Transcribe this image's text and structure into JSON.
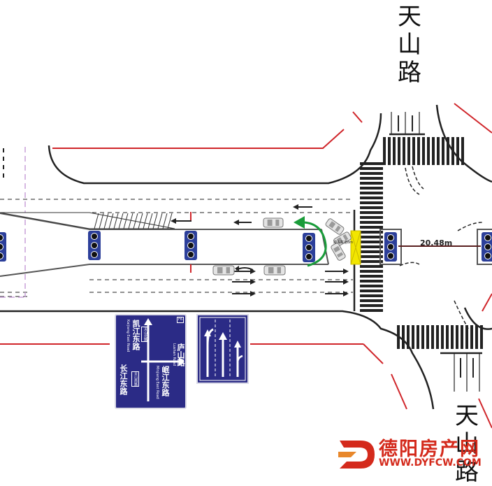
{
  "roads": {
    "north": "天山路",
    "south": "天山路"
  },
  "distance_label": "20.48m",
  "uturn_label": "掉头车道8m",
  "guide_sign": {
    "corner": "F6",
    "main_road": "凯江东路",
    "main_road_en": "Kaijiang East Road",
    "cross_road": "庐山路",
    "cross_road_en": "Lushan Road",
    "south_road": "长江东路",
    "east_road": "岷江东路",
    "east_road_en": "Minjiang East Road",
    "tag_north": "天山北路",
    "tag_south": "天山南路"
  },
  "watermark": {
    "title": "德阳房产网",
    "url": "WWW.DYFCW.COM"
  },
  "colors": {
    "curb": "#d0252a",
    "road_line": "#222222",
    "signal_box": "#2c3f9a",
    "sign_bg": "#2b2b86",
    "uturn_arrow": "#1a9c3a",
    "wait_zone": "#f2e600",
    "watermark": "#d42a1c"
  }
}
